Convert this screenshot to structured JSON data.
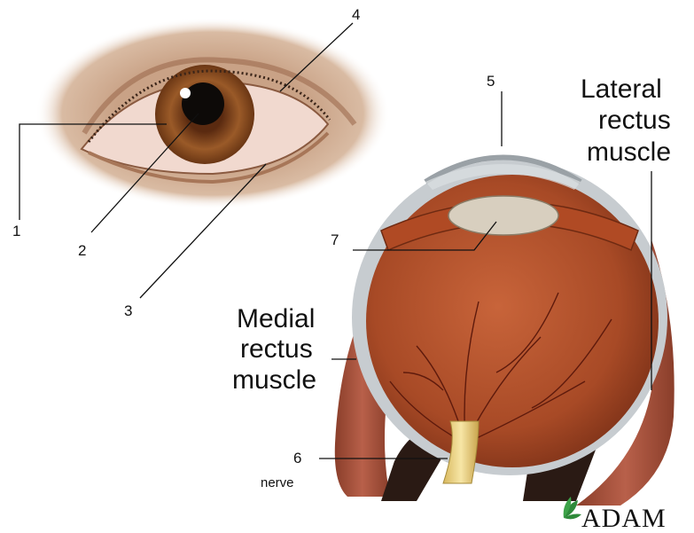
{
  "labels": {
    "n1": "1",
    "n2": "2",
    "n3": "3",
    "n4": "4",
    "n5": "5",
    "n6": "6",
    "n7": "7",
    "nerve": "nerve",
    "medial_line1": "Medial",
    "medial_line2": "rectus",
    "medial_line3": "muscle",
    "lateral_line1": "Lateral",
    "lateral_line2": "rectus",
    "lateral_line3": "muscle"
  },
  "brand": {
    "name": "ADAM",
    "logo_icon": "leaf-logo-icon"
  },
  "colors": {
    "skin": "#c49a7c",
    "iris": "#8a4a1e",
    "pupil": "#0d0a08",
    "sclera_eyeball": "#b8542c",
    "muscle": "#a8513a",
    "nerve": "#f0d68a",
    "lens": "#d8cfbf",
    "logo_green": "#2e8a3a"
  }
}
